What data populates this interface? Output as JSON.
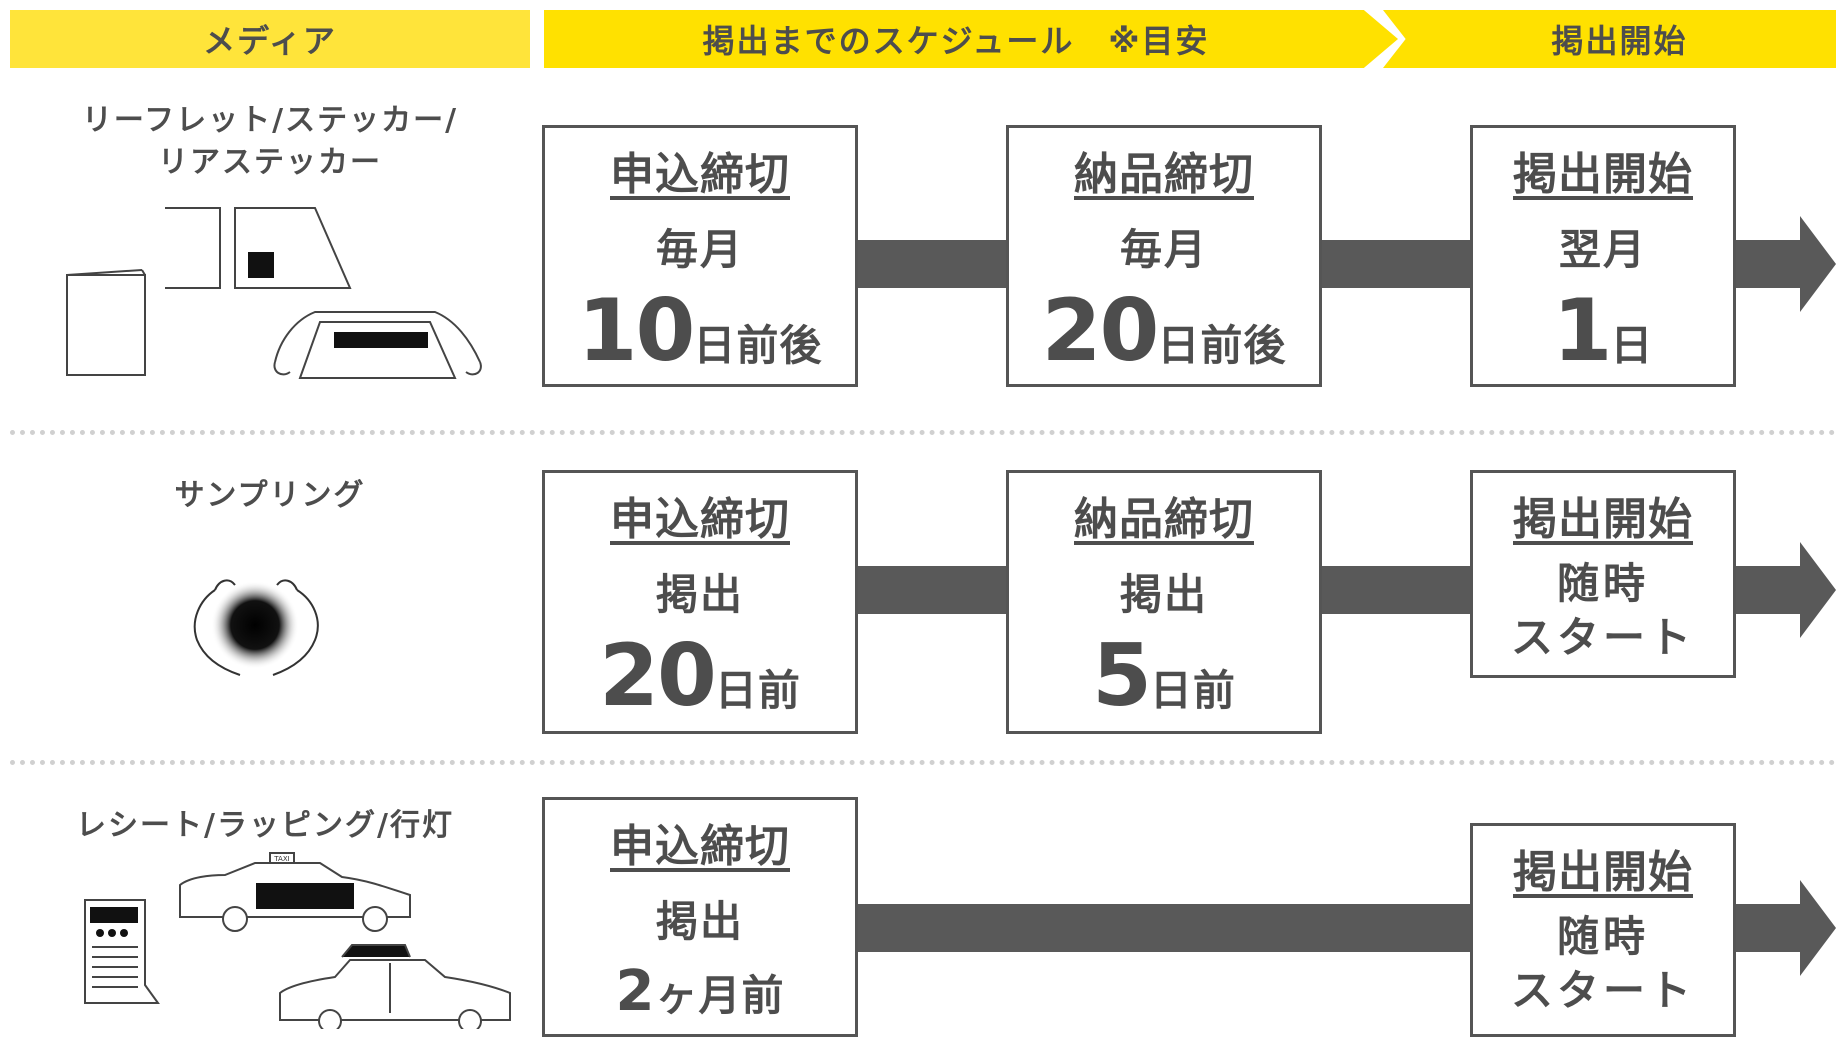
{
  "header": {
    "media": "メディア",
    "schedule": "掲出までのスケジュール　※目安",
    "start": "掲出開始"
  },
  "colors": {
    "header_yellow": "#ffe100",
    "arrow": "#595959",
    "border": "#555555",
    "text": "#4d4d4d"
  },
  "rows": [
    {
      "media_line1": "リーフレット/ステッカー/",
      "media_line2": "リアステッカー",
      "apply": {
        "title": "申込締切",
        "line2": "毎月",
        "num": "10",
        "suffix": "日前後"
      },
      "delivery": {
        "title": "納品締切",
        "line2": "毎月",
        "num": "20",
        "suffix": "日前後"
      },
      "start": {
        "title": "掲出開始",
        "line2": "翌月",
        "num": "1",
        "suffix": "日"
      }
    },
    {
      "media_line1": "サンプリング",
      "apply": {
        "title": "申込締切",
        "line2": "掲出",
        "num": "20",
        "suffix": "日前"
      },
      "delivery": {
        "title": "納品締切",
        "line2": "掲出",
        "num": "5",
        "suffix": "日前"
      },
      "start": {
        "title": "掲出開始",
        "text": "随時\nスタート"
      }
    },
    {
      "media_line1": "レシート/ラッピング/行灯",
      "apply": {
        "title": "申込締切",
        "line2": "掲出",
        "num": "2",
        "suffix": "ヶ月前"
      },
      "start": {
        "title": "掲出開始",
        "text": "随時\nスタート"
      }
    }
  ],
  "icons": [
    "leaflet-icon",
    "window-sticker-icon",
    "rear-window-icon",
    "hands-sampling-icon",
    "receipt-icon",
    "taxi-wrapping-icon",
    "taxi-andon-icon"
  ],
  "taxi_sign": "TAXI"
}
